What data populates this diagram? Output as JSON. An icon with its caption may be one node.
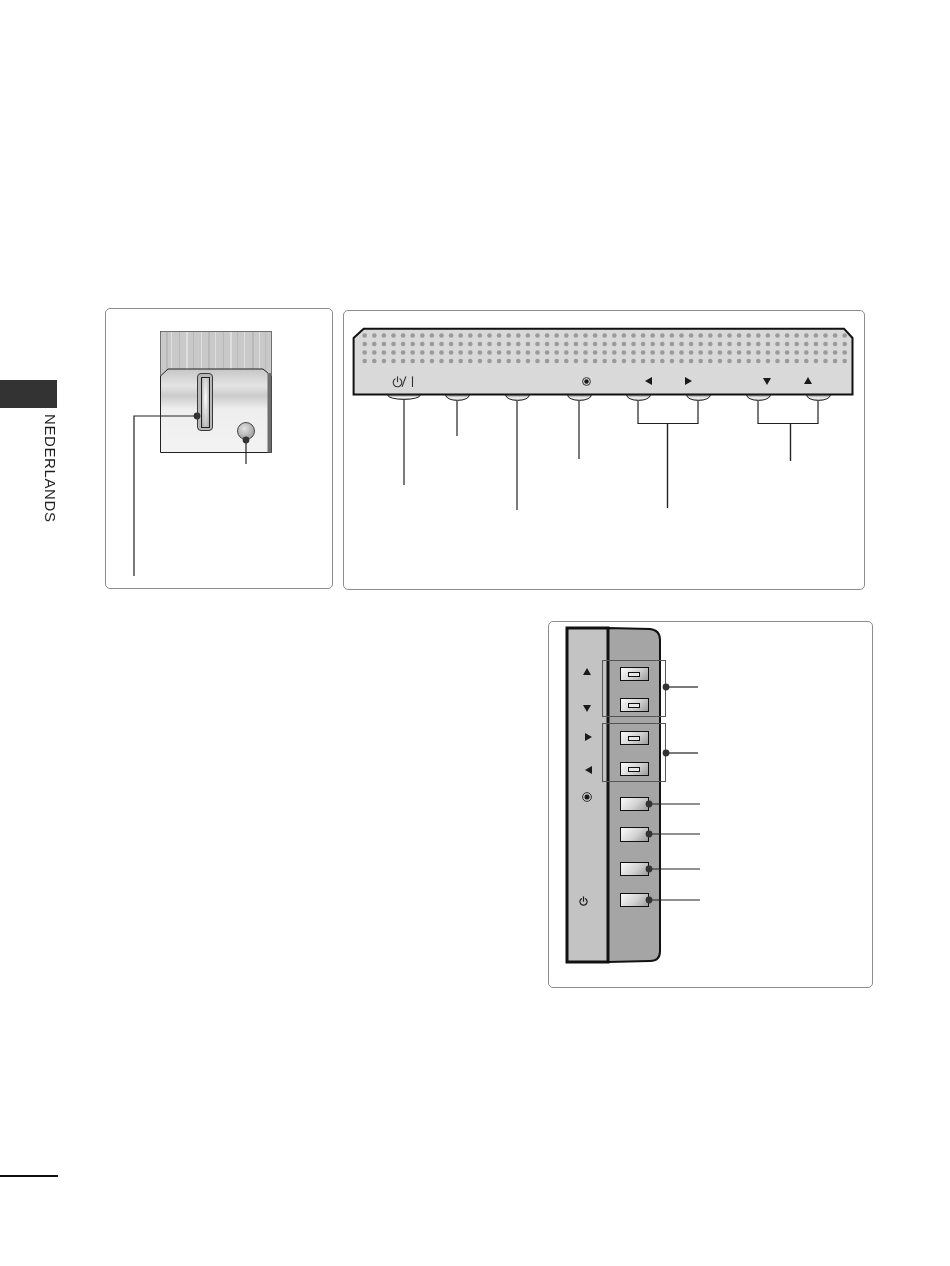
{
  "diagram": {
    "nodes": [
      {
        "text": [],
        "shape": "slot"
      },
      {
        "text": [],
        "shape": "circle"
      },
      {
        "text": [],
        "shape": "dome"
      },
      {
        "text": [],
        "shape": "dome"
      },
      {
        "text": [],
        "shape": "dome"
      },
      {
        "text": [],
        "shape": "dome"
      },
      {
        "text": [],
        "shape": "dome"
      },
      {
        "text": [],
        "shape": "dome"
      },
      {
        "text": [],
        "shape": "dome"
      },
      {
        "text": [],
        "shape": "dome"
      },
      {
        "text": [],
        "shape": "box"
      },
      {
        "text": [],
        "shape": "button",
        "in": 10
      },
      {
        "text": [],
        "shape": "button",
        "in": 10
      },
      {
        "text": [],
        "shape": "box"
      },
      {
        "text": [],
        "shape": "button",
        "in": 13
      },
      {
        "text": [],
        "shape": "button",
        "in": 13
      },
      {
        "text": [],
        "shape": "button"
      },
      {
        "text": [],
        "shape": "button"
      },
      {
        "text": [],
        "shape": "button"
      },
      {
        "text": [],
        "shape": "button"
      }
    ],
    "edges": [
      {
        "from": null,
        "to": 0,
        "arrow": "other"
      },
      {
        "from": null,
        "to": 1,
        "arrow": "other"
      },
      {
        "from": null,
        "to": 2,
        "arrow": "none"
      },
      {
        "from": null,
        "to": 3,
        "arrow": "none"
      },
      {
        "from": null,
        "to": 4,
        "arrow": "none"
      },
      {
        "from": null,
        "to": 5,
        "arrow": "none"
      },
      {
        "from": null,
        "to": 6,
        "arrow": "none"
      },
      {
        "from": null,
        "to": 7,
        "arrow": "none"
      },
      {
        "from": null,
        "to": 8,
        "arrow": "none"
      },
      {
        "from": null,
        "to": 9,
        "arrow": "none"
      },
      {
        "from": null,
        "to": 10,
        "arrow": "other"
      },
      {
        "from": null,
        "to": 13,
        "arrow": "other"
      },
      {
        "from": null,
        "to": 16,
        "arrow": "other"
      },
      {
        "from": null,
        "to": 17,
        "arrow": "other"
      },
      {
        "from": null,
        "to": 18,
        "arrow": "other"
      },
      {
        "from": null,
        "to": 19,
        "arrow": "other"
      }
    ],
    "labels": [
      "NEDERLANDS"
    ]
  }
}
